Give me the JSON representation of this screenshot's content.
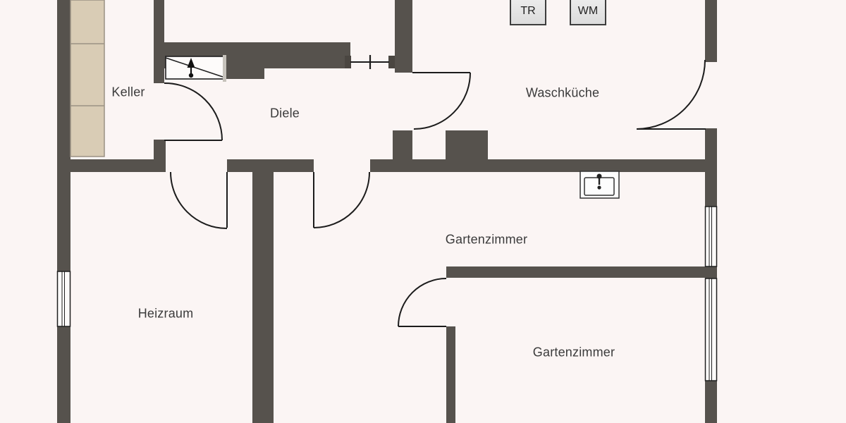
{
  "plan": {
    "type": "floor-plan-basement",
    "rooms": [
      {
        "id": "keller",
        "label": "Keller"
      },
      {
        "id": "diele",
        "label": "Diele"
      },
      {
        "id": "waschkueche",
        "label": "Waschküche"
      },
      {
        "id": "heizraum",
        "label": "Heizraum"
      },
      {
        "id": "gartenzimmer_upper",
        "label": "Gartenzimmer"
      },
      {
        "id": "gartenzimmer_lower",
        "label": "Gartenzimmer"
      }
    ],
    "appliances": [
      {
        "id": "dryer",
        "label": "TR"
      },
      {
        "id": "washer",
        "label": "WM"
      }
    ],
    "fixtures": [
      {
        "name": "sink-icon"
      },
      {
        "name": "stairs"
      },
      {
        "name": "stairs-direction-arrow-icon"
      }
    ],
    "counts": {
      "doors": 6,
      "windows": 3
    },
    "colors": {
      "wall": "#56524d",
      "floor": "#fbf5f4",
      "stairs": "#d9ccb5",
      "stair_edge": "#9a9184",
      "appliance_fill": "#e5e5e5",
      "line": "#1c1c1c",
      "text": "#3b3b3b"
    }
  }
}
